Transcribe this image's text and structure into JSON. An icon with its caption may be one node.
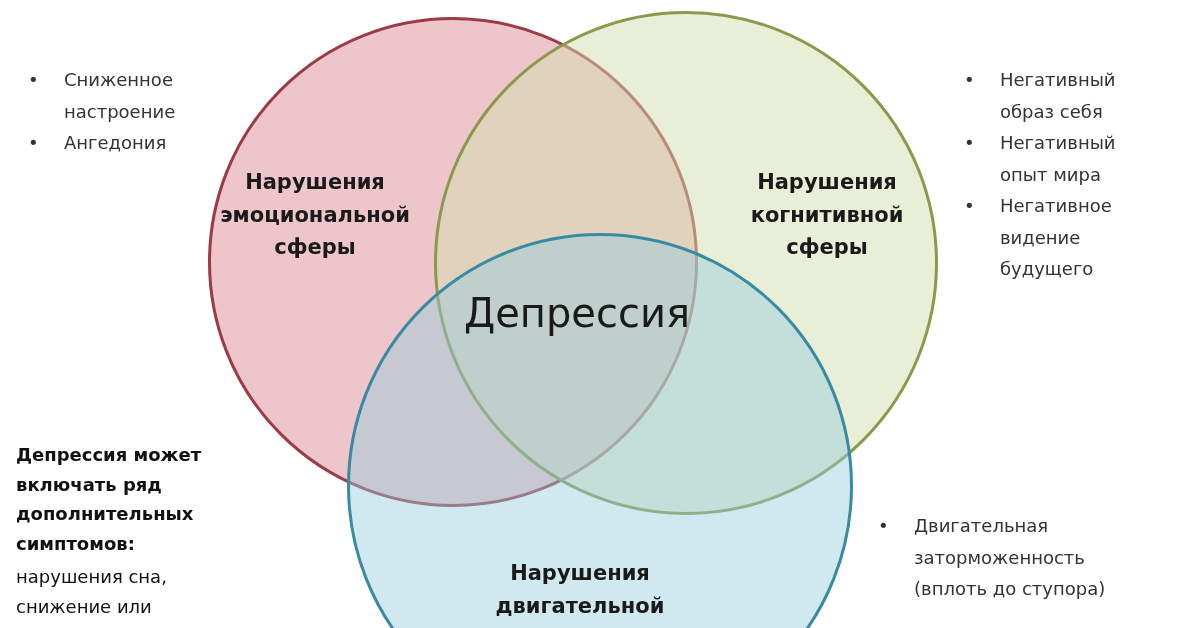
{
  "diagram": {
    "nodes": [
      {
        "text": [
          "Нарушения эмоциональной сферы"
        ]
      },
      {
        "text": [
          "Нарушения когнитивной сферы"
        ]
      },
      {
        "text": [
          "Нарушения двигательной"
        ]
      }
    ],
    "labels": [
      "Депрессия",
      "•",
      "Сниженное настроение",
      "•",
      "Ангедония",
      "•",
      "Негативный образ себя",
      "•",
      "Негативный опыт мира",
      "•",
      "Негативное видение будущего",
      "Депрессия может включать ряд дополнительных симптомов:",
      "нарушения сна, снижение или",
      "•",
      "Двигательная заторможенность (вплоть до ступора)"
    ]
  }
}
